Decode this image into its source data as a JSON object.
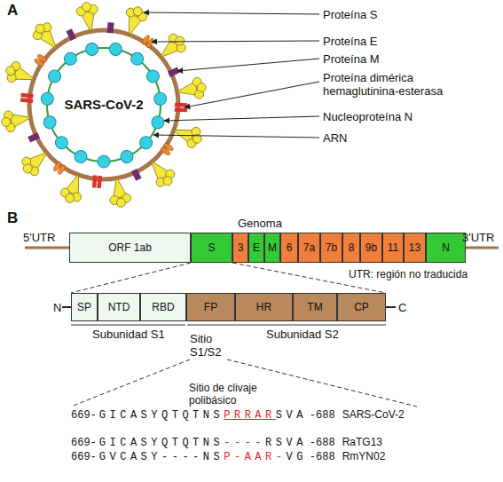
{
  "diagram": {
    "nodes": [
      {
        "text": [
          "SARS-CoV-2"
        ]
      },
      {
        "text": [
          "ORF 1ab"
        ]
      },
      {
        "text": [
          "S"
        ]
      },
      {
        "text": [
          "3"
        ]
      },
      {
        "text": [
          "E"
        ]
      },
      {
        "text": [
          "M"
        ]
      },
      {
        "text": [
          "6"
        ]
      },
      {
        "text": [
          "7a"
        ]
      },
      {
        "text": [
          "7b"
        ]
      },
      {
        "text": [
          "8"
        ]
      },
      {
        "text": [
          "9b"
        ]
      },
      {
        "text": [
          "11"
        ]
      },
      {
        "text": [
          "13"
        ]
      },
      {
        "text": [
          "N"
        ]
      },
      {
        "text": [
          "SP"
        ]
      },
      {
        "text": [
          "NTD"
        ]
      },
      {
        "text": [
          "RBD"
        ]
      },
      {
        "text": [
          "FP"
        ]
      },
      {
        "text": [
          "HR"
        ]
      },
      {
        "text": [
          "TM"
        ]
      },
      {
        "text": [
          "CP"
        ]
      }
    ],
    "labels": [
      "A",
      "Proteína S",
      "Proteína E",
      "Proteína M",
      "Proteína dimérica hemaglutinina-esterasa",
      "Nucleoproteína N",
      "ARN",
      "B",
      "Genoma",
      "5'UTR",
      "3'UTR",
      "UTR: región no traducida",
      "N",
      "C",
      "Subunidad S1",
      "Subunidad S2",
      "Sitio S1/S2",
      "Sitio de clivaje polibásico",
      "669-",
      "GICASYQTQTNS",
      "PRRAR",
      "SVA",
      "-688",
      "SARS-CoV-2",
      "669-",
      "GICASYQTQTNS",
      "----",
      "RSVA",
      "-688",
      "RaTG13",
      "669-",
      "GVCASY----NS",
      "P-AAR-",
      "VG",
      "-688",
      "RmYN02"
    ]
  }
}
